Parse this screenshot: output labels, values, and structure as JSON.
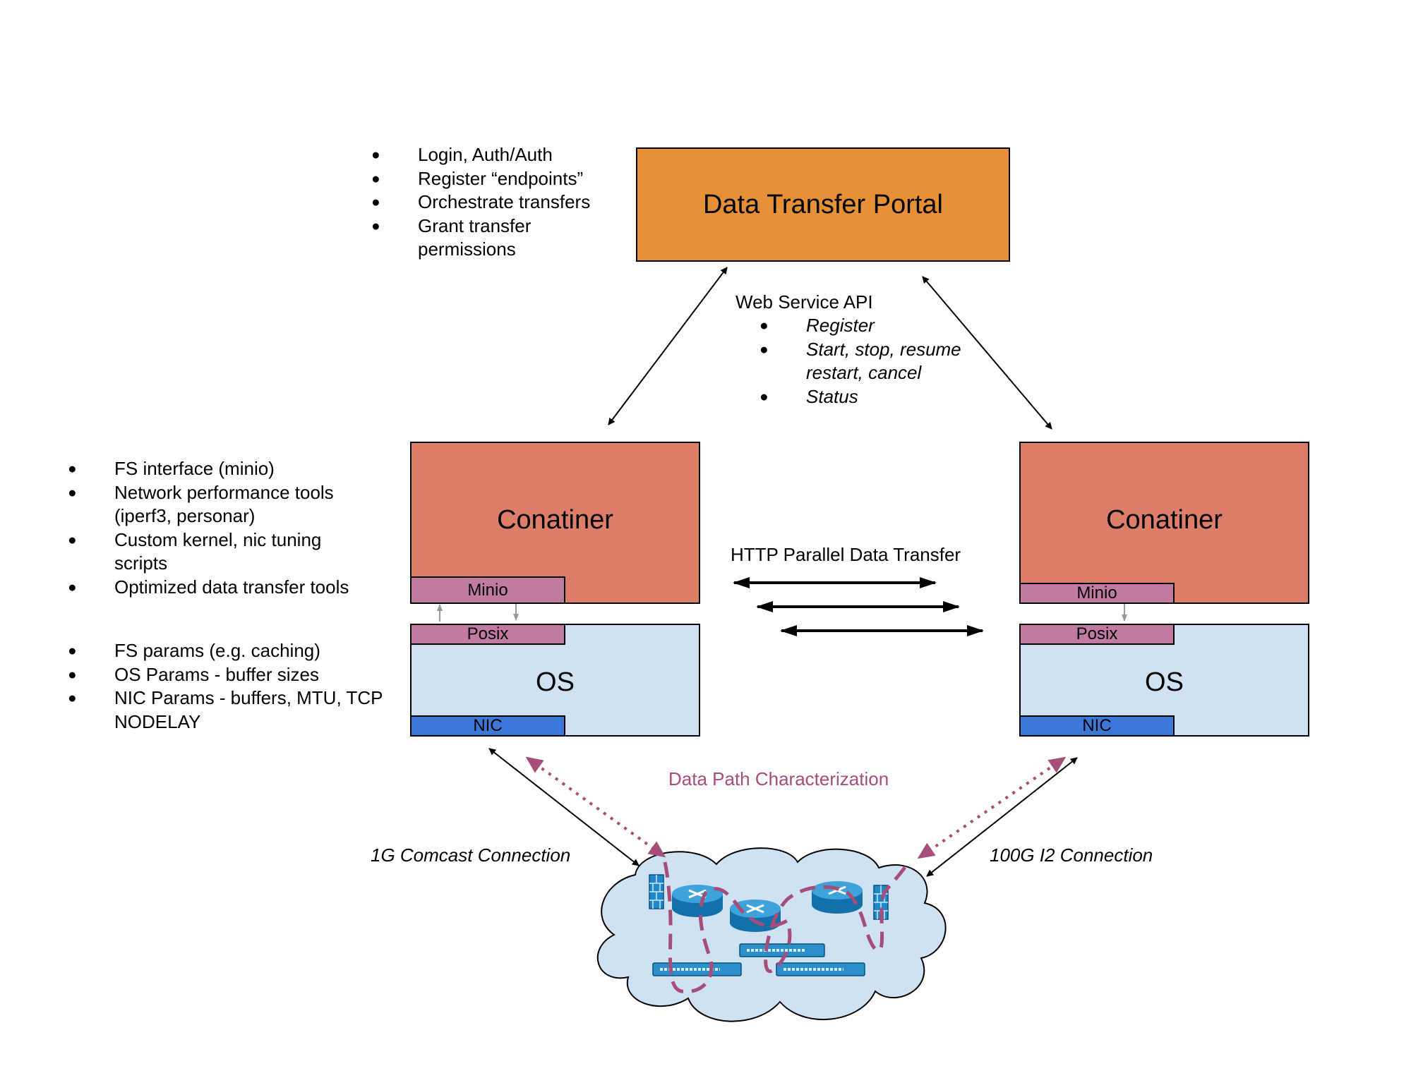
{
  "portal": {
    "title": "Data Transfer Portal",
    "bullets": [
      "Login, Auth/Auth",
      "Register “endpoints”",
      "Orchestrate transfers",
      "Grant transfer permissions"
    ]
  },
  "api": {
    "title": "Web Service API",
    "bullets": [
      "Register",
      "Start, stop, resume restart, cancel",
      "Status"
    ]
  },
  "container_notes": [
    "FS interface (minio)",
    "Network performance tools (iperf3, personar)",
    "Custom kernel, nic tuning scripts",
    "Optimized data transfer tools"
  ],
  "os_notes": [
    "FS params (e.g. caching)",
    "OS Params - buffer sizes",
    "NIC Params - buffers, MTU, TCP NODELAY"
  ],
  "left_node": {
    "container": "Conatiner",
    "minio": "Minio",
    "posix": "Posix",
    "os": "OS",
    "nic": "NIC"
  },
  "right_node": {
    "container": "Conatiner",
    "minio": "Minio",
    "posix": "Posix",
    "os": "OS",
    "nic": "NIC"
  },
  "http_transfer": "HTTP Parallel Data Transfer",
  "data_path": "Data Path Characterization",
  "left_connection": "1G Comcast Connection",
  "right_connection": "100G I2 Connection",
  "colors": {
    "portal": "#e69138",
    "container": "#dd7e6b",
    "minio": "#c27ba0",
    "os": "#cfe2f3",
    "nic": "#3c78d8",
    "data_path": "#a64d79",
    "cloud": "#cfe2f3"
  }
}
